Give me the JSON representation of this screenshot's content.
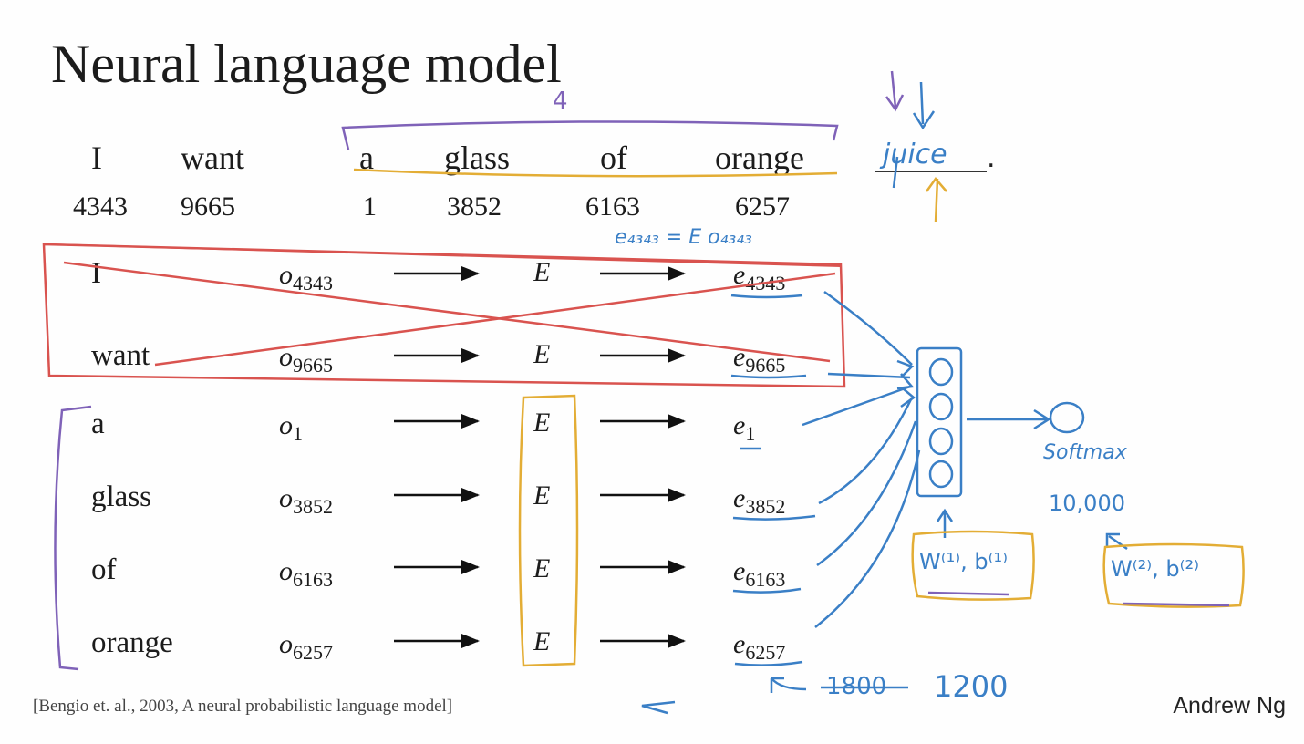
{
  "title": "Neural language model",
  "sentence": {
    "words": [
      "I",
      "want",
      "a",
      "glass",
      "of",
      "orange"
    ],
    "indices": [
      "4343",
      "9665",
      "1",
      "3852",
      "6163",
      "6257"
    ]
  },
  "rows": [
    {
      "word": "I",
      "onehot": "o",
      "onehot_sub": "4343",
      "matrix": "E",
      "embed": "e",
      "embed_sub": "4343"
    },
    {
      "word": "want",
      "onehot": "o",
      "onehot_sub": "9665",
      "matrix": "E",
      "embed": "e",
      "embed_sub": "9665"
    },
    {
      "word": "a",
      "onehot": "o",
      "onehot_sub": "1",
      "matrix": "E",
      "embed": "e",
      "embed_sub": "1"
    },
    {
      "word": "glass",
      "onehot": "o",
      "onehot_sub": "3852",
      "matrix": "E",
      "embed": "e",
      "embed_sub": "3852"
    },
    {
      "word": "of",
      "onehot": "o",
      "onehot_sub": "6163",
      "matrix": "E",
      "embed": "e",
      "embed_sub": "6163"
    },
    {
      "word": "orange",
      "onehot": "o",
      "onehot_sub": "6257",
      "matrix": "E",
      "embed": "e",
      "embed_sub": "6257"
    }
  ],
  "annotations": {
    "window_size": "4",
    "target_word": "juice",
    "period": ".",
    "embed_eq": "e₄₃₄₃ = E o₄₃₄₃",
    "softmax": "Softmax",
    "vocab_size": "10,000",
    "params_hidden": "W⁽¹⁾, b⁽¹⁾",
    "params_softmax": "W⁽²⁾, b⁽²⁾",
    "dim_struck": "1800",
    "dim_new": "1200"
  },
  "citation": "[Bengio et. al., 2003, A neural probabilistic language model]",
  "author": "Andrew Ng",
  "colors": {
    "text": "#1c1c1c",
    "blue": "#3a7fc6",
    "gold": "#e3ad35",
    "red": "#d9534f",
    "purple": "#7f62b8"
  }
}
